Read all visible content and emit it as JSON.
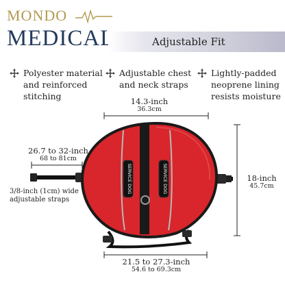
{
  "brand": {
    "line1": "MONDO",
    "line2": "MEDICAL"
  },
  "header": {
    "title": "Adjustable Fit"
  },
  "features": [
    {
      "icon": "arrows-icon",
      "text": "Polyester material and reinforced stitching"
    },
    {
      "icon": "arrows-icon",
      "text": "Adjustable chest and neck straps"
    },
    {
      "icon": "arrows-icon",
      "text": "Lightly-padded neoprene lining resists moisture"
    }
  ],
  "dimensions": {
    "top_width": {
      "inch": "14.3-inch",
      "cm": "36.3cm"
    },
    "neck_range": {
      "inch": "26.7 to 32-inch",
      "cm": "68 to 81cm"
    },
    "strap_width": {
      "line1": "3/8-inch (1cm) wide",
      "line2": "adjustable straps"
    },
    "height": {
      "inch": "18-inch",
      "cm": "45.7cm"
    },
    "chest_range": {
      "inch": "21.5 to 27.3-inch",
      "cm": "54.6 to 69.3cm"
    }
  },
  "harness": {
    "patch_text": "SERVICE DOG",
    "colors": {
      "body": "#d8262c",
      "trim": "#1a1a1a",
      "reflective": "#b8b8b8",
      "accent": "#b39a52",
      "navy": "#233a5c"
    }
  }
}
